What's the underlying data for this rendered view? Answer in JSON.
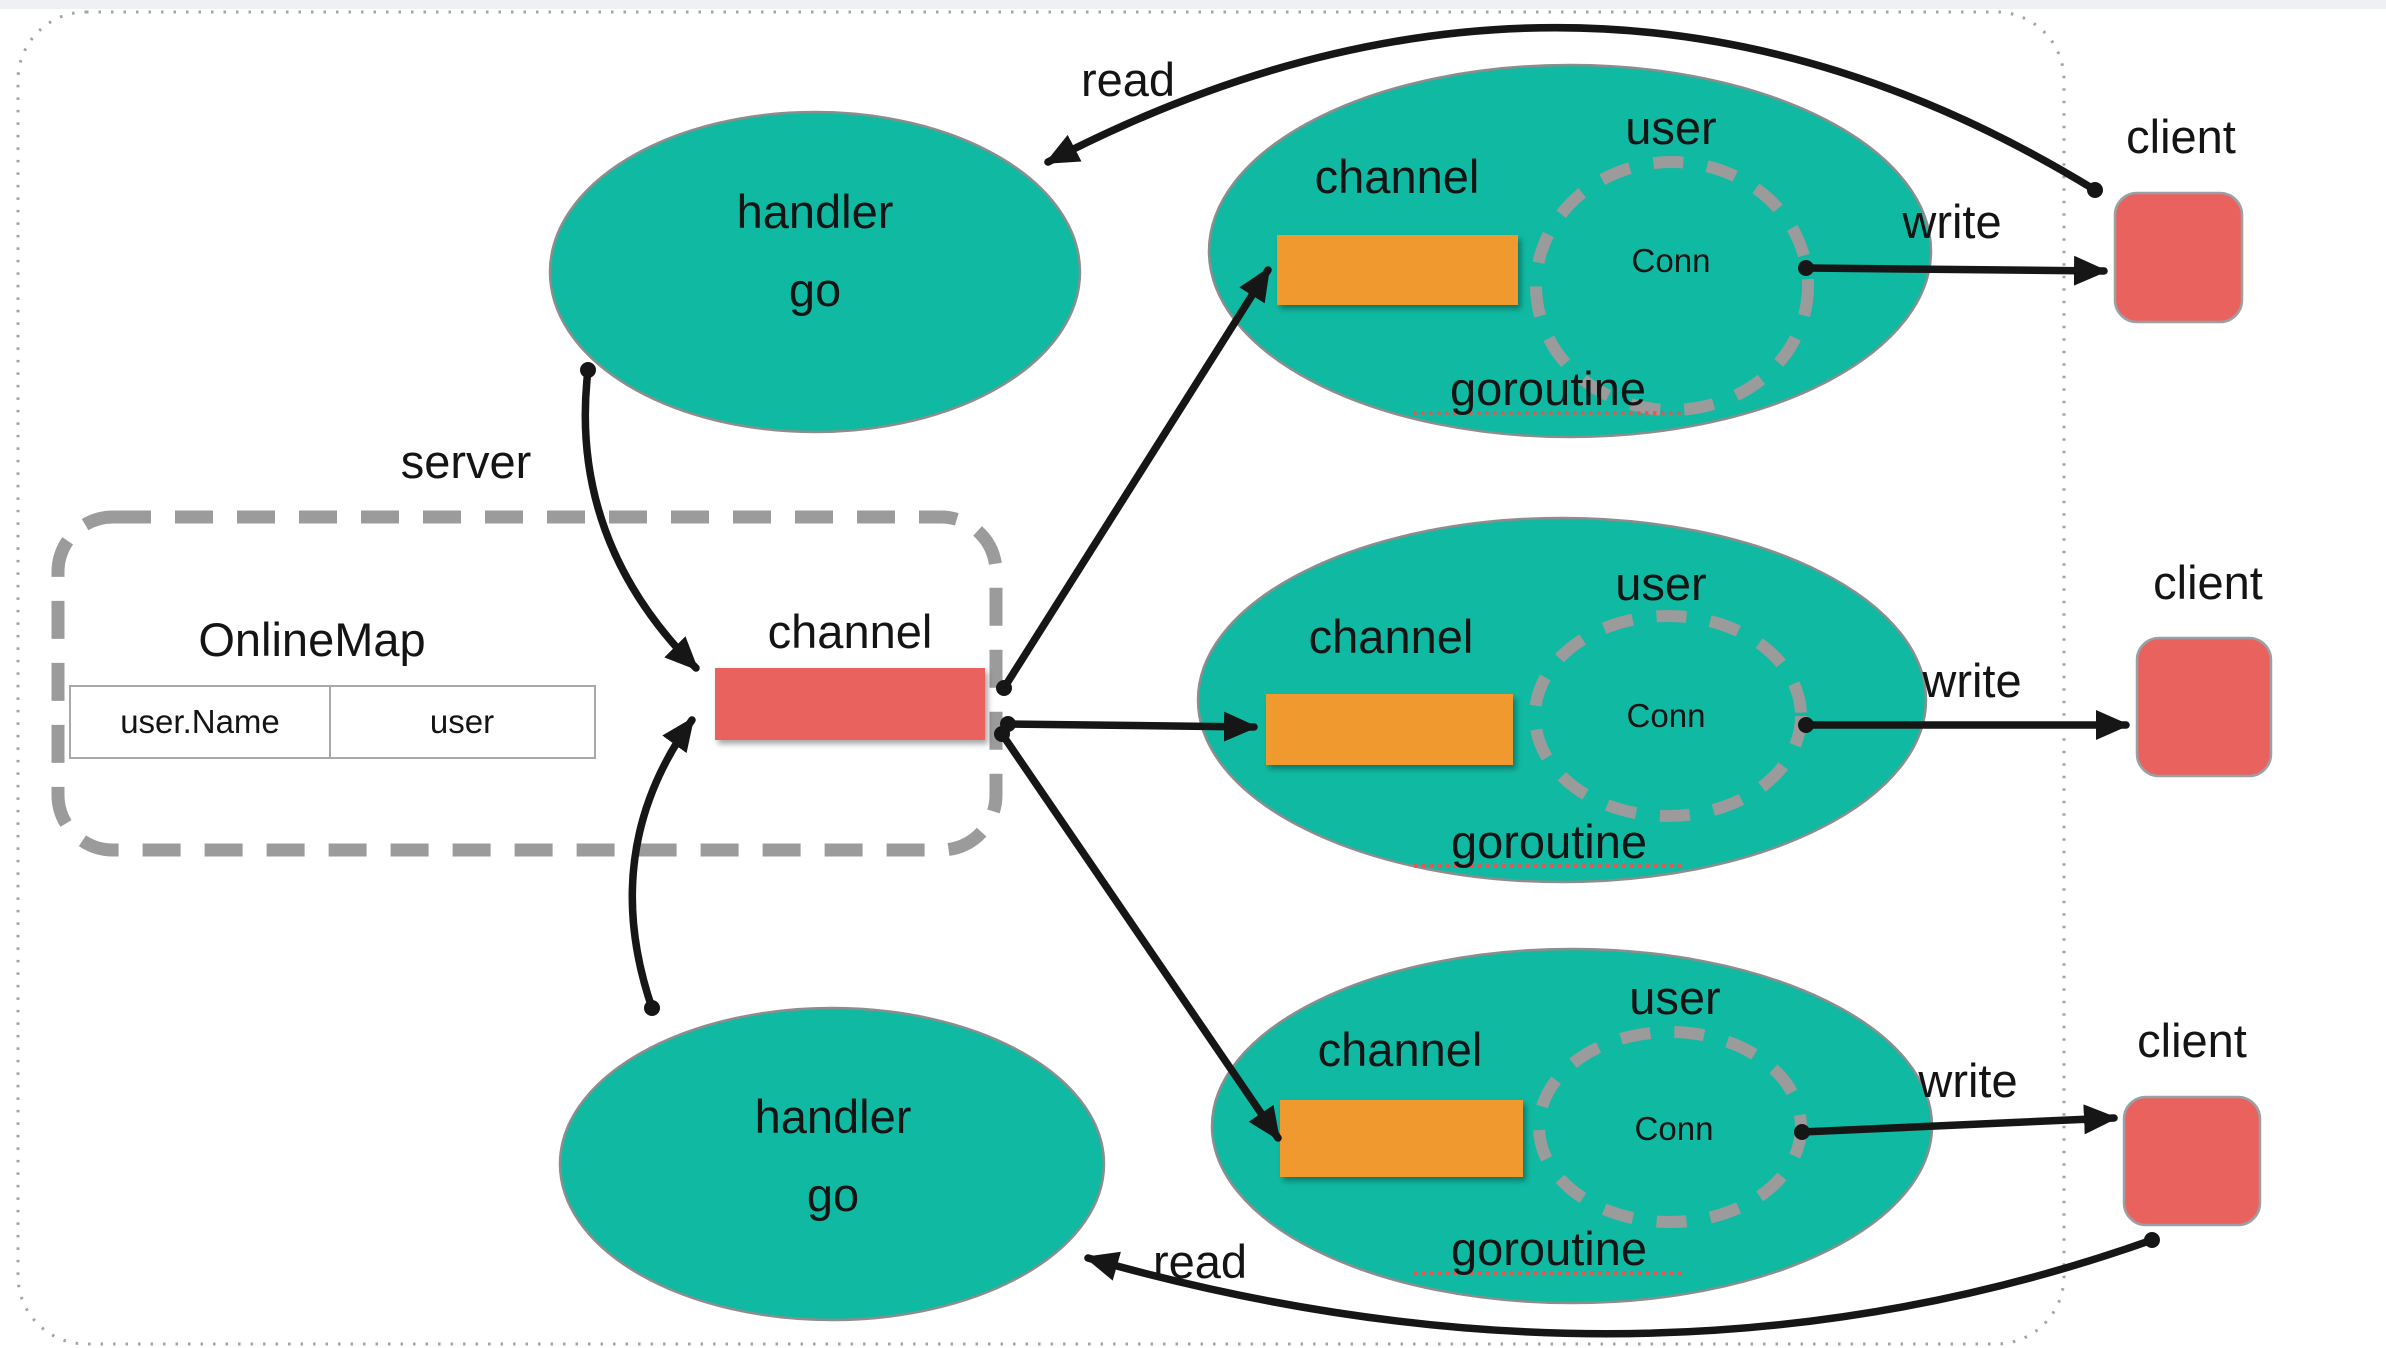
{
  "colors": {
    "teal": "#10b9a1",
    "orange": "#f0992d",
    "red": "#e9625d",
    "dash": "#9b9b9b",
    "ink": "#161616",
    "underline": "#ff4b42"
  },
  "edges": {
    "read_top_label": "read",
    "read_bottom_label": "read"
  },
  "server": {
    "label": "server",
    "map_title": "OnlineMap",
    "table": {
      "key_cell": "user.Name",
      "value_cell": "user"
    },
    "channel_label": "channel"
  },
  "handlers": [
    {
      "line1": "handler",
      "line2": "go"
    },
    {
      "line1": "handler",
      "line2": "go"
    }
  ],
  "goroutines": [
    {
      "channel": "channel",
      "user": "user",
      "conn": "Conn",
      "name": "goroutine",
      "write": "write",
      "client": "client"
    },
    {
      "channel": "channel",
      "user": "user",
      "conn": "Conn",
      "name": "goroutine",
      "write": "write",
      "client": "client"
    },
    {
      "channel": "channel",
      "user": "user",
      "conn": "Conn",
      "name": "goroutine",
      "write": "write",
      "client": "client"
    }
  ]
}
